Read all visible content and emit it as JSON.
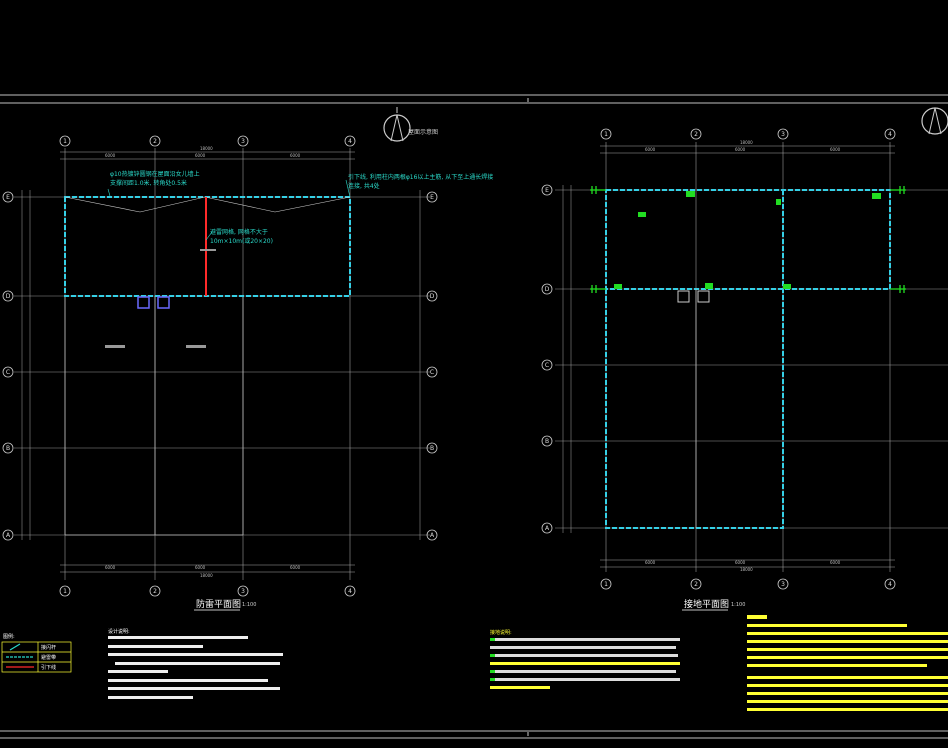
{
  "colors": {
    "background": "#000000",
    "frame": "#ffffff",
    "walls": "#35d0e6",
    "grid_line": "#9a9a9a",
    "annotation_cyan": "#2ad9c9",
    "rod_red": "#ff2a2a",
    "terminal_green": "#22dd22",
    "conduit_blue": "#6a6aff",
    "note_yellow": "#ffff33"
  },
  "left_plan": {
    "grid_cols": [
      "1",
      "2",
      "3",
      "4"
    ],
    "grid_rows": [
      "E",
      "D",
      "C",
      "B",
      "A"
    ],
    "title": "防雷平面图",
    "scale": "1:100",
    "roof_label": "屋面示意图",
    "note_a_line1": "φ10热镀锌圆钢在屋面沿女儿墙上",
    "note_a_line2": "支撑间距1.0米, 转角处0.5米",
    "note_b_line1": "引下线, 利用柱内两根φ16以上主筋, 从下至上通长焊接",
    "note_b_line2": "连接, 共4处",
    "note_c_line1": "避雷网格, 网格不大于",
    "note_c_line2": "10m×10m(或20×20)"
  },
  "right_plan": {
    "grid_cols": [
      "1",
      "2",
      "3",
      "4"
    ],
    "grid_rows": [
      "E",
      "D",
      "C",
      "B",
      "A"
    ],
    "title": "接地平面图",
    "scale": "1:100"
  },
  "legend": {
    "heading": "图例:",
    "items": [
      "接闪杆",
      "避雷带",
      "引下线"
    ]
  },
  "notes": {
    "heading": "设计说明:",
    "yellow_heading": "接地说明:"
  }
}
